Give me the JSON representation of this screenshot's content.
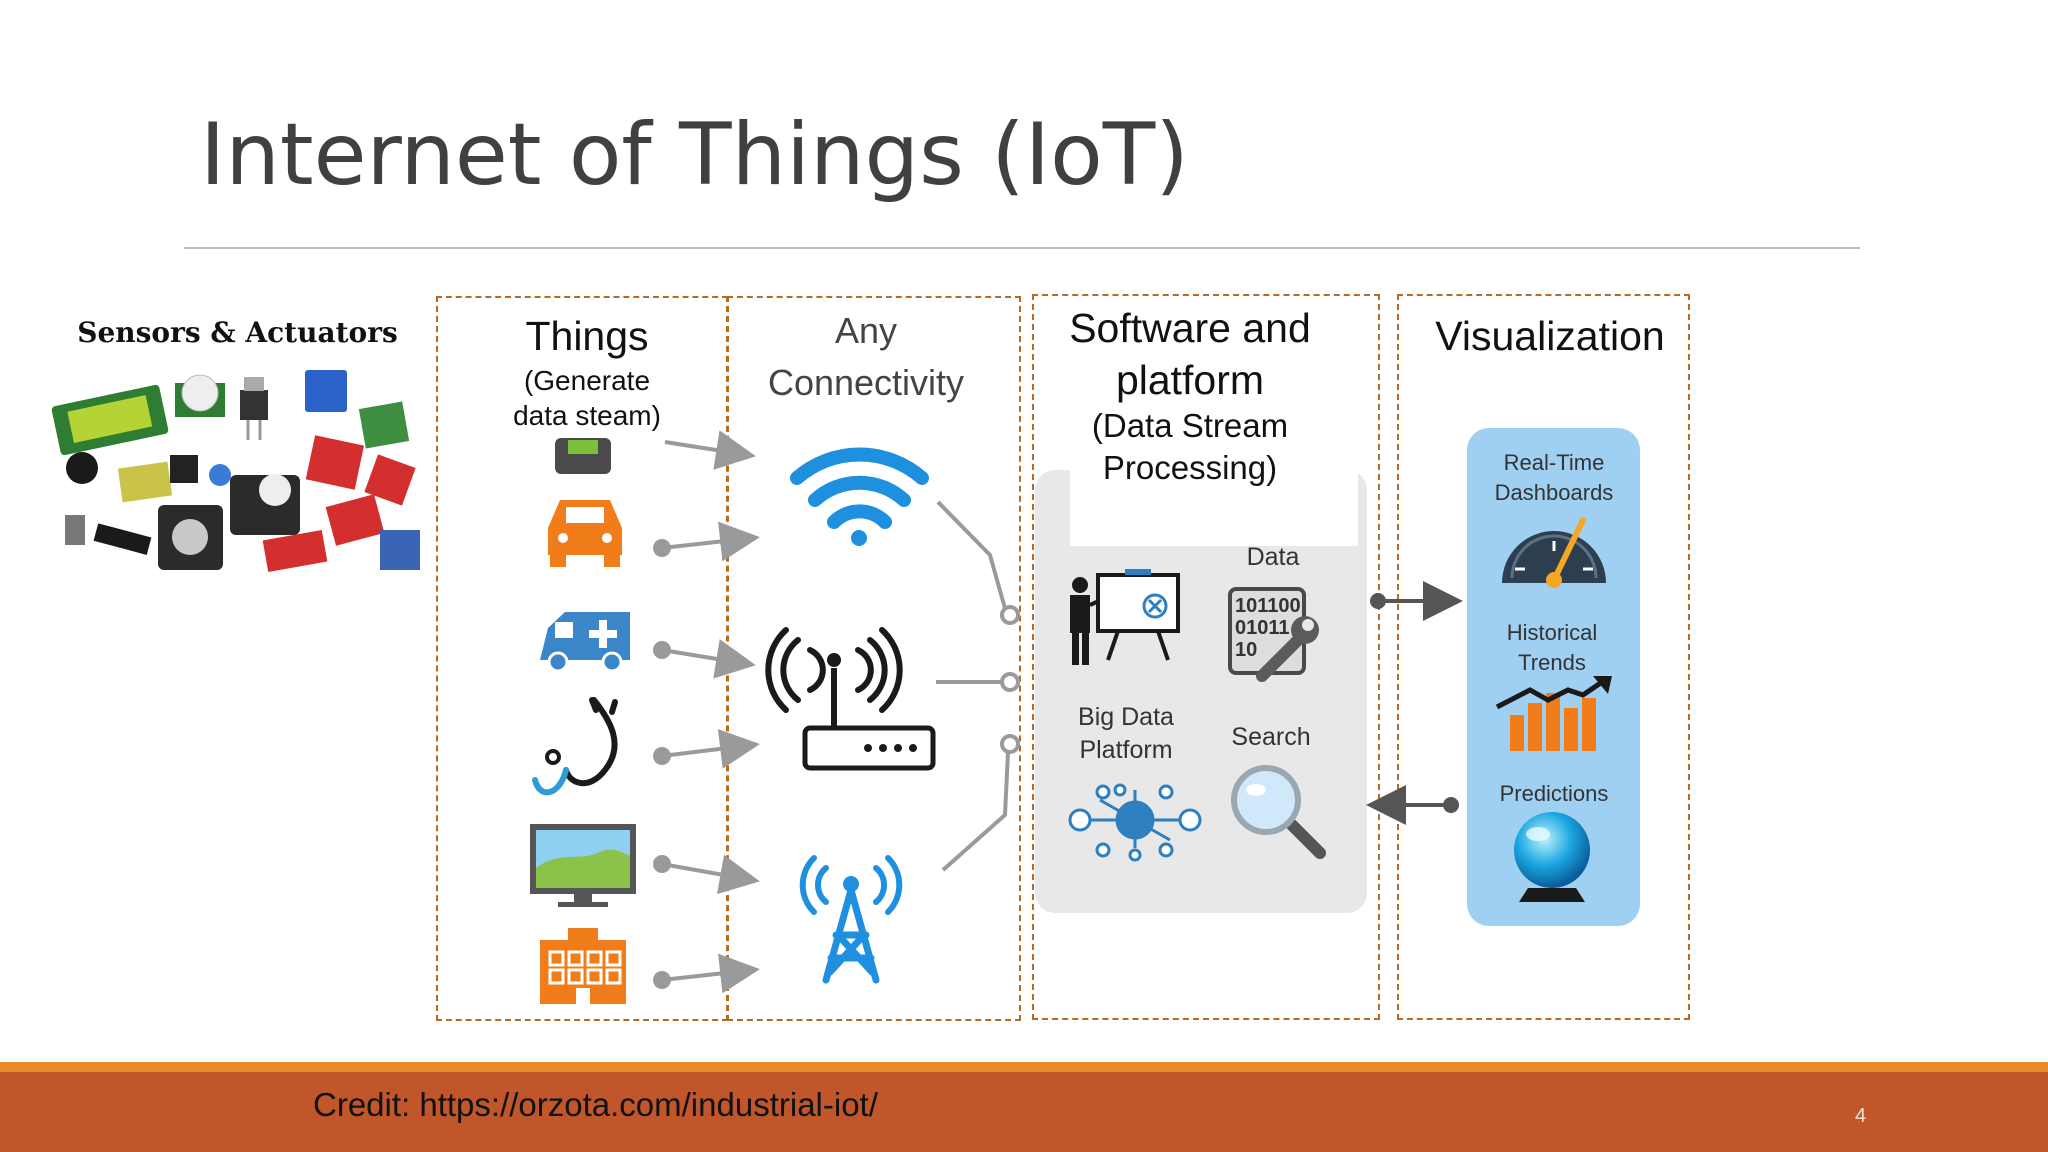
{
  "slide": {
    "title": "Internet of Things (IoT)",
    "page_number": "4",
    "credit": "Credit: https://orzota.com/industrial-iot/"
  },
  "sensors": {
    "label": "Sensors & Actuators"
  },
  "things": {
    "title": "Things",
    "subtitle_line1": "(Generate",
    "subtitle_line2": "data steam)",
    "icons": [
      "smartphone-icon",
      "car-icon",
      "ambulance-icon",
      "stethoscope-icon",
      "monitor-icon",
      "hospital-icon"
    ]
  },
  "connectivity": {
    "title_line1": "Any",
    "title_line2": "Connectivity",
    "icons": [
      "wifi-icon",
      "router-icon",
      "cell-tower-icon"
    ]
  },
  "software": {
    "title_line1": "Software and",
    "title_line2": "platform",
    "subtitle_line1": "(Data Stream",
    "subtitle_line2": "Processing)",
    "data_label": "Data",
    "binary_line1": "101100",
    "binary_line2": "01011",
    "binary_line3": "10",
    "bigdata_line1": "Big Data",
    "bigdata_line2": "Platform",
    "search_label": "Search"
  },
  "visualization": {
    "title": "Visualization",
    "realtime_line1": "Real-Time",
    "realtime_line2": "Dashboards",
    "historical_line1": "Historical",
    "historical_line2": "Trends",
    "predictions": "Predictions"
  },
  "colors": {
    "panel_border": "#b86a1f",
    "things_orange": "#f07d1a",
    "connectivity_blue": "#1f8fe0",
    "viz_panel": "#9fd0f2",
    "footer": "#c0562a",
    "footer_stripe": "#e98a2a"
  }
}
